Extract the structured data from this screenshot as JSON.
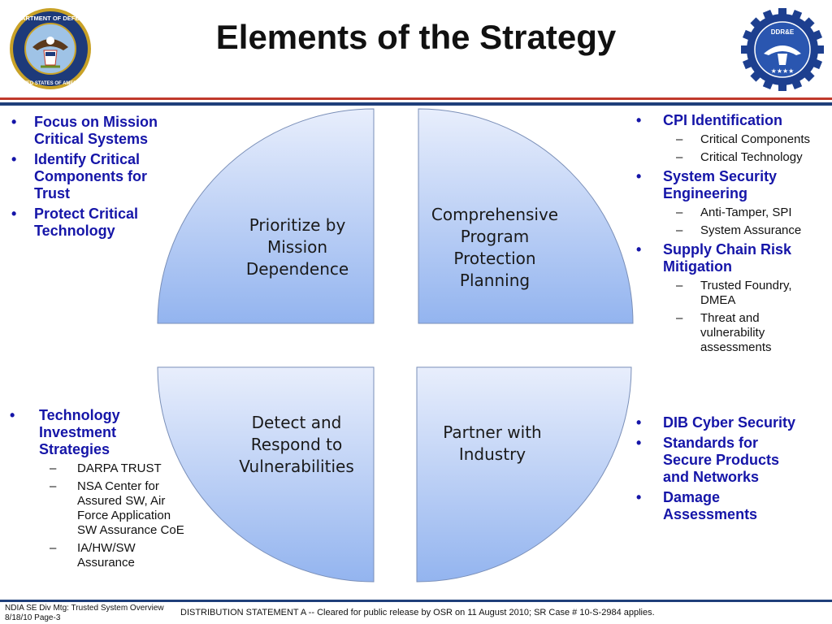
{
  "title": "Elements of the Strategy",
  "logos": {
    "left": {
      "icon": "dod-seal",
      "top_text": "DEPARTMENT OF DEFENSE",
      "bottom_text": "UNITED STATES OF AMERICA"
    },
    "right": {
      "icon": "ddre-gear-seal",
      "text": "DDR&E"
    }
  },
  "colors": {
    "title": "#111111",
    "bullet_blue": "#1515a8",
    "quad_fill_top": "#e8eefc",
    "quad_fill_bottom": "#93b4ef",
    "quad_stroke": "#7a8fb8",
    "rule_red": "#c0392b",
    "rule_blue": "#1f3f7a"
  },
  "quadrants": [
    {
      "lines": [
        "Prioritize by",
        "Mission",
        "Dependence"
      ]
    },
    {
      "lines": [
        "Comprehensive",
        "Program",
        "Protection",
        "Planning"
      ]
    },
    {
      "lines": [
        "Detect and",
        "Respond to",
        "Vulnerabilities"
      ]
    },
    {
      "lines": [
        "Partner with",
        "Industry"
      ]
    }
  ],
  "left_top_bullets": [
    {
      "text": "Focus on Mission Critical Systems"
    },
    {
      "text": "Identify Critical Components for Trust"
    },
    {
      "text": "Protect Critical Technology"
    }
  ],
  "left_bottom_bullets": [
    {
      "text": "Technology Investment Strategies",
      "subs": [
        "DARPA TRUST",
        "NSA Center for Assured SW, Air Force Application SW Assurance CoE",
        "IA/HW/SW Assurance"
      ]
    }
  ],
  "right_top_bullets": [
    {
      "text": "CPI Identification",
      "subs": [
        "Critical Components",
        "Critical Technology"
      ]
    },
    {
      "text": "System Security Engineering",
      "subs": [
        "Anti-Tamper, SPI",
        "System Assurance"
      ]
    },
    {
      "text": "Supply Chain Risk Mitigation",
      "subs": [
        "Trusted Foundry, DMEA",
        "Threat and vulnerability assessments"
      ]
    }
  ],
  "right_bottom_bullets": [
    {
      "text": "DIB Cyber Security"
    },
    {
      "text": "Standards for Secure Products and Networks"
    },
    {
      "text": "Damage Assessments"
    }
  ],
  "footer": {
    "left_line1": "NDIA SE Div Mtg: Trusted System Overview",
    "left_line2": "8/18/10 Page-3",
    "center": "DISTRIBUTION STATEMENT A -- Cleared for public release by OSR on 11 August 2010; SR Case # 10-S-2984 applies."
  }
}
